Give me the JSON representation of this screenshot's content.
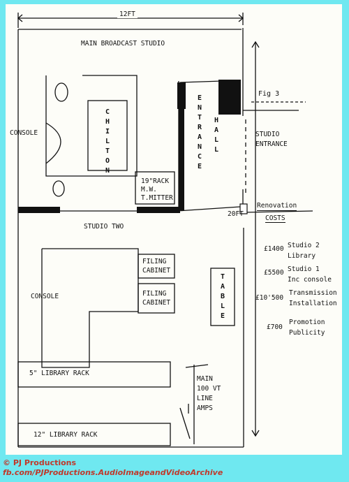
{
  "plan": {
    "width_label": "12FT",
    "length_label": "20FT",
    "fig_label": "Fig 3",
    "main_studio": {
      "title": "MAIN BROADCAST STUDIO",
      "console": "CONSOLE",
      "desk_name": "CHILTON",
      "rack": [
        "19\"RACK",
        "M.W.",
        "T.MITTER"
      ]
    },
    "entrance_hall": {
      "word1": "ENTRANCE",
      "word2": "HALL"
    },
    "studio_entrance": [
      "STUDIO",
      "ENTRANCE"
    ],
    "studio_two": {
      "title": "STUDIO TWO",
      "console": "CONSOLE",
      "filing_cabinet_1": [
        "FILING",
        "CABINET"
      ],
      "filing_cabinet_2": [
        "FILING",
        "CABINET"
      ],
      "table": "TABLE",
      "library_rack_5": "5\" LIBRARY RACK",
      "library_rack_12": "12\" LIBRARY RACK",
      "amps": [
        "MAIN",
        "100 VT",
        "LINE",
        "AMPS"
      ]
    }
  },
  "costs": {
    "heading": [
      "Renovation",
      "COSTS"
    ],
    "rows": [
      {
        "price": "£1400",
        "lines": [
          "Studio 2",
          "Library"
        ]
      },
      {
        "price": "£5500",
        "lines": [
          "Studio 1",
          "Inc console"
        ]
      },
      {
        "price": "£10'500",
        "lines": [
          "Transmission",
          "Installation"
        ]
      },
      {
        "price": "£700",
        "lines": [
          "Promotion",
          "Publicity"
        ]
      }
    ]
  },
  "footer": {
    "copyright": "© PJ Productions",
    "link": "fb.com/PJProductions.AudioImageandVideoArchive"
  }
}
